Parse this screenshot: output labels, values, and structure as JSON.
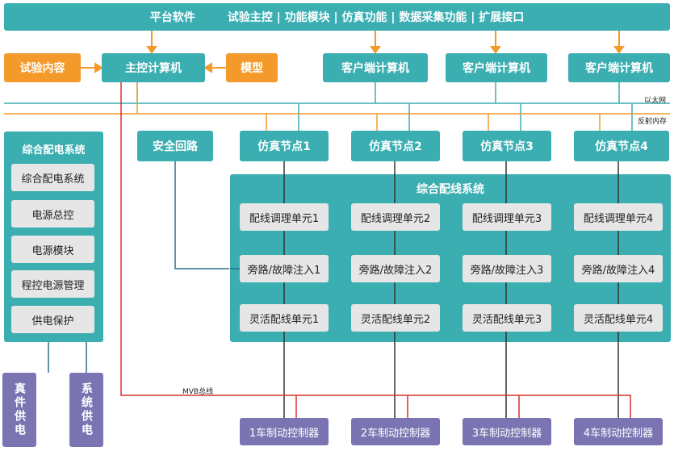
{
  "top_bar": {
    "title": "平台软件",
    "items": "试验主控 | 功能模块 | 仿真功能 | 数据采集功能 | 扩展接口"
  },
  "row2": {
    "test_content": "试验内容",
    "master": "主控计算机",
    "model": "模型",
    "clients": [
      "客户端计算机",
      "客户端计算机",
      "客户端计算机"
    ]
  },
  "bus_labels": {
    "ethernet": "以太网",
    "reflective_memory": "反射内存",
    "mvb": "MVB总线"
  },
  "safety_loop": "安全回路",
  "sim_nodes": [
    "仿真节点1",
    "仿真节点2",
    "仿真节点3",
    "仿真节点4"
  ],
  "power_system": {
    "title": "综合配电系统",
    "items": [
      "综合配电系统",
      "电源总控",
      "电源模块",
      "程控电源管理",
      "供电保护"
    ]
  },
  "wiring_system": {
    "title": "综合配线系统",
    "rows": [
      [
        "配线调理单元1",
        "配线调理单元2",
        "配线调理单元3",
        "配线调理单元4"
      ],
      [
        "旁路/故障注入1",
        "旁路/故障注入2",
        "旁路/故障注入3",
        "旁路/故障注入4"
      ],
      [
        "灵活配线单元1",
        "灵活配线单元2",
        "灵活配线单元3",
        "灵活配线单元4"
      ]
    ]
  },
  "supplies": [
    "真件供电",
    "系统供电"
  ],
  "controllers": [
    "1车制动控制器",
    "2车制动控制器",
    "3车制动控制器",
    "4车制动控制器"
  ],
  "colors": {
    "teal": "#3aaeb1",
    "orange": "#f39a2b",
    "purple": "#7b74b2",
    "light_gray": "#e6e6e6",
    "red_line": "#d6312f",
    "dark_line": "#333333"
  }
}
